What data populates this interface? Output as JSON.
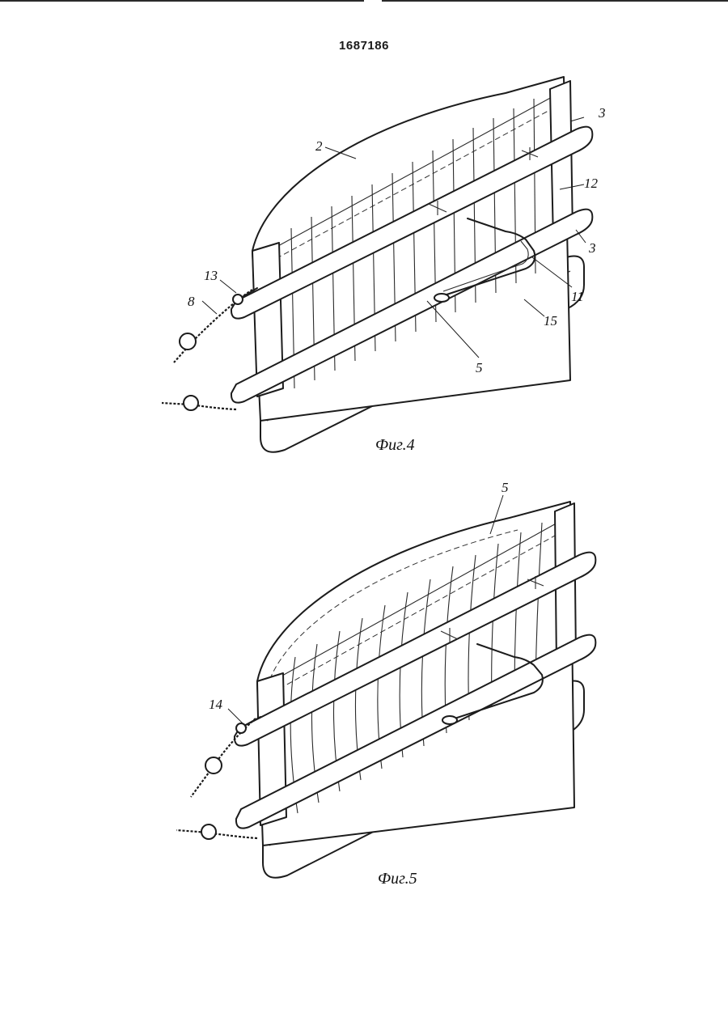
{
  "header": {
    "patent_number": "1687186"
  },
  "figure4": {
    "caption": "Фиг.4",
    "callouts": {
      "c2": "2",
      "c3a": "3",
      "c3b": "3",
      "c12": "12",
      "c11": "11",
      "c15": "15",
      "c5": "5",
      "c13": "13",
      "c8": "8"
    }
  },
  "figure5": {
    "caption": "Фиг.5",
    "callouts": {
      "c5": "5",
      "c14": "14"
    }
  },
  "colors": {
    "ink": "#1c1c1c",
    "paper": "#ffffff"
  }
}
